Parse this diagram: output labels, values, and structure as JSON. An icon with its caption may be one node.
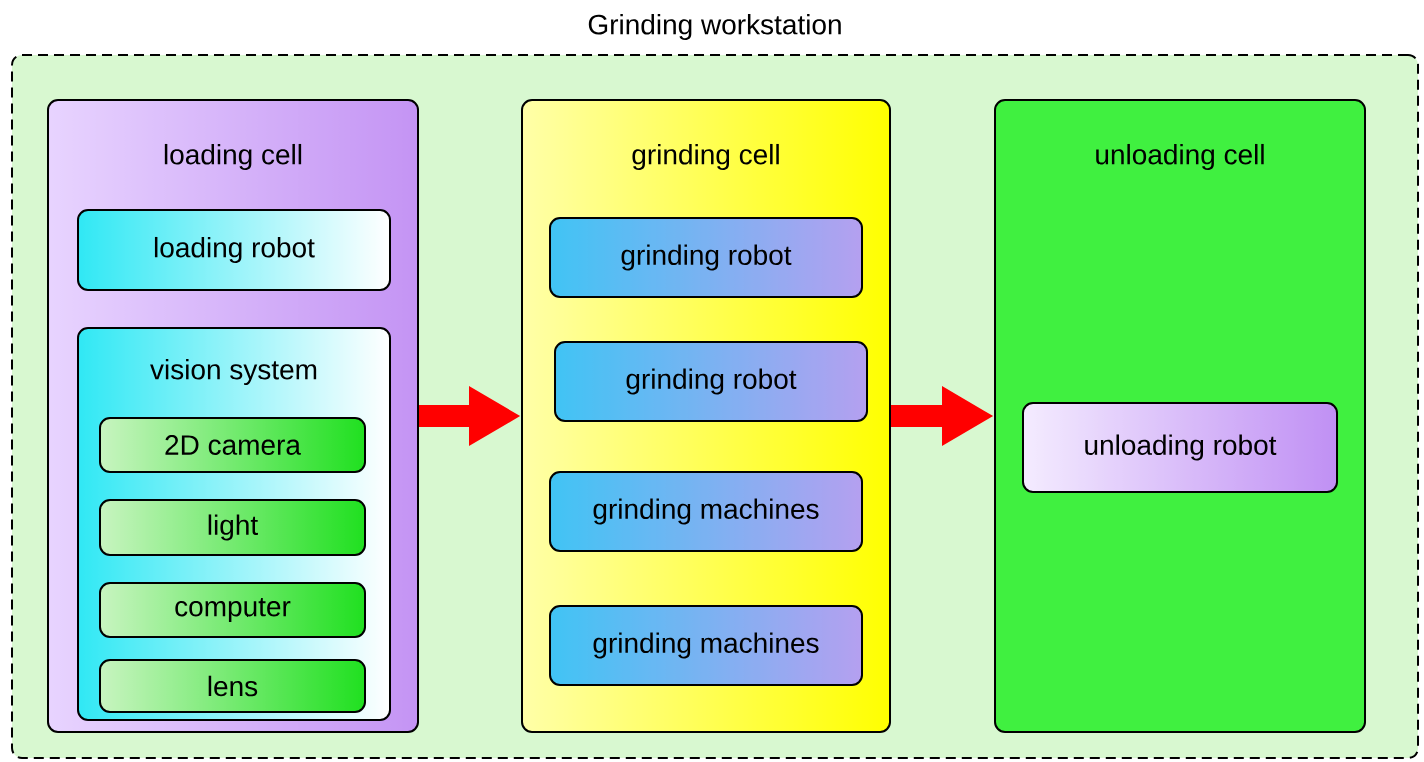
{
  "diagram": {
    "nodes": [
      {
        "text": [
          "Grinding workstation"
        ]
      },
      {
        "text": [
          "loading cell"
        ],
        "in": 0
      },
      {
        "text": [
          "loading robot"
        ],
        "in": 1
      },
      {
        "text": [
          "vision system"
        ],
        "in": 1
      },
      {
        "text": [
          "2D camera"
        ],
        "in": 3
      },
      {
        "text": [
          "light"
        ],
        "in": 3
      },
      {
        "text": [
          "computer"
        ],
        "in": 3
      },
      {
        "text": [
          "lens"
        ],
        "in": 3
      },
      {
        "text": [
          "grinding cell"
        ],
        "in": 0
      },
      {
        "text": [
          "grinding robot"
        ],
        "in": 8
      },
      {
        "text": [
          "grinding robot"
        ],
        "in": 8
      },
      {
        "text": [
          "grinding machines"
        ],
        "in": 8
      },
      {
        "text": [
          "grinding machines"
        ],
        "in": 8
      },
      {
        "text": [
          "unloading cell"
        ],
        "in": 0
      },
      {
        "text": [
          "unloading robot"
        ],
        "in": 13
      }
    ],
    "edges": [
      {
        "from": 1,
        "to": 8,
        "arrow": "to"
      },
      {
        "from": 8,
        "to": 13,
        "arrow": "to"
      }
    ]
  }
}
